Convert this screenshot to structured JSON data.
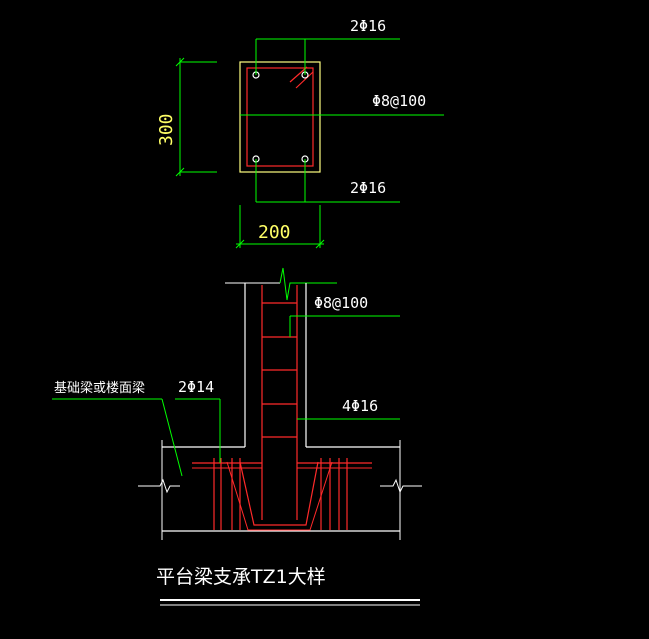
{
  "colors": {
    "background": "#000000",
    "rebar": "#ff2a2a",
    "concrete": "#ffff80",
    "leader": "#00ff00",
    "text": "#ffffff",
    "dimension_text": "#ffff66"
  },
  "section": {
    "top_bars": "2Φ16",
    "stirrups": "Φ8@100",
    "bottom_bars": "2Φ16",
    "height_dim": "300",
    "width_dim": "200"
  },
  "elevation": {
    "stirrups": "Φ8@100",
    "longitudinal_bars": "4Φ16",
    "beam_bars": "2Φ14",
    "foundation_note": "基础梁或楼面梁"
  },
  "title": "平台梁支承TZ1大样"
}
